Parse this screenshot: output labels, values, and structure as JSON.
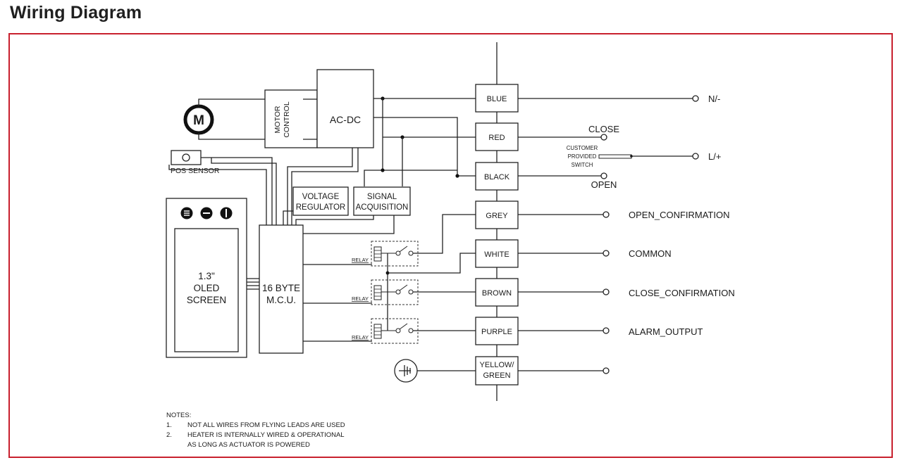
{
  "page": {
    "title": "Wiring Diagram"
  },
  "colors": {
    "frame_border": "#c8202e",
    "line": "#222222"
  },
  "blocks": {
    "motor_symbol": "M",
    "motor_control": [
      "MOTOR",
      "CONTROL"
    ],
    "ac_dc": "AC-DC",
    "pos_sensor": "POS SENSOR",
    "voltage_regulator": [
      "VOLTAGE",
      "REGULATOR"
    ],
    "signal_acquisition": [
      "SIGNAL",
      "ACQUISITION"
    ],
    "oled_screen": [
      "1.3\"",
      "OLED",
      "SCREEN"
    ],
    "mcu": [
      "16 BYTE",
      "M.C.U."
    ],
    "relay_label": "RELAY",
    "panel_icons": [
      "menu-icon",
      "minus-icon",
      "toggle-icon"
    ],
    "customer_switch": [
      "CUSTOMER",
      "PROVIDED",
      "SWITCH"
    ],
    "ground_symbol": "ground-icon"
  },
  "wires": [
    {
      "id": "blue",
      "label": "BLUE"
    },
    {
      "id": "red",
      "label": "RED"
    },
    {
      "id": "black",
      "label": "BLACK"
    },
    {
      "id": "grey",
      "label": "GREY"
    },
    {
      "id": "white",
      "label": "WHITE"
    },
    {
      "id": "brown",
      "label": "BROWN"
    },
    {
      "id": "purple",
      "label": "PURPLE"
    },
    {
      "id": "yellow-green",
      "label": "YELLOW/\nGREEN"
    }
  ],
  "terminals": {
    "n_minus": "N/-",
    "close": "CLOSE",
    "l_plus": "L/+",
    "open": "OPEN",
    "open_confirmation": "OPEN_CONFIRMATION",
    "common": "COMMON",
    "close_confirmation": "CLOSE_CONFIRMATION",
    "alarm_output": "ALARM_OUTPUT"
  },
  "notes": {
    "heading": "NOTES:",
    "items": [
      {
        "num": "1.",
        "lines": [
          "NOT ALL WIRES FROM FLYING LEADS ARE USED"
        ]
      },
      {
        "num": "2.",
        "lines": [
          "HEATER IS INTERNALLY WIRED & OPERATIONAL",
          "AS LONG AS ACTUATOR IS POWERED"
        ]
      }
    ]
  }
}
